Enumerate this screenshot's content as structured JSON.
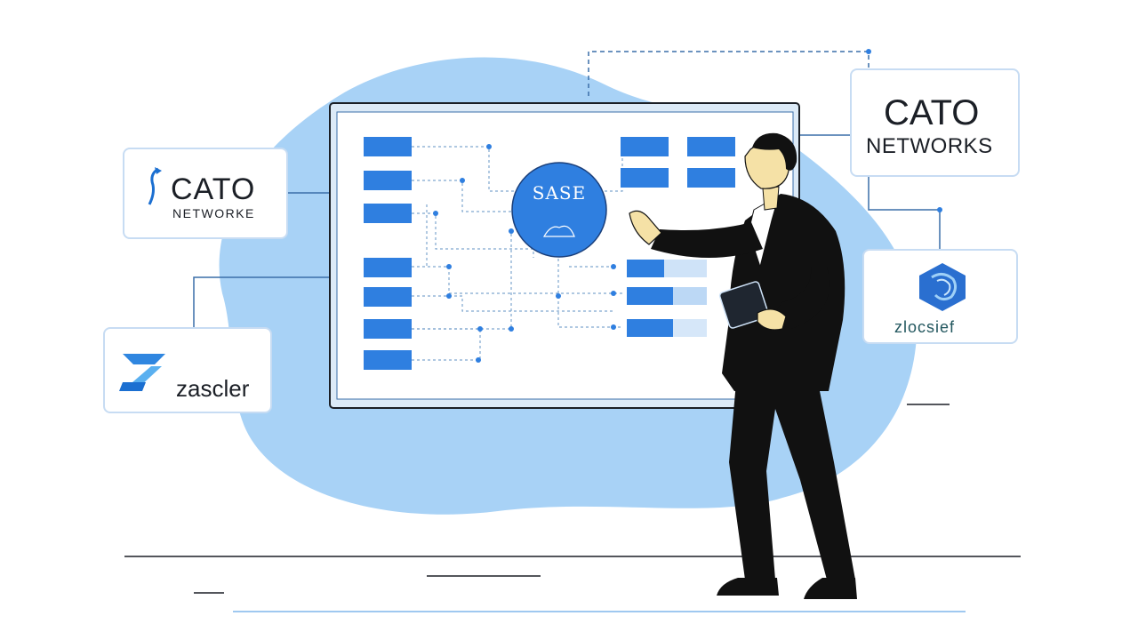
{
  "center_node": {
    "label": "SASE"
  },
  "logos": {
    "cato_left": {
      "line1": "CATO",
      "line2": "NETWORKE"
    },
    "zscaler_left": {
      "wordmark": "zascler"
    },
    "cato_right": {
      "line1": "CATO",
      "line2": "NETWORKS"
    },
    "zscaler_right": {
      "wordmark": "zlocsief"
    }
  },
  "colors": {
    "accent_blue": "#2f7fe0",
    "blob_blue": "#a8d2f6",
    "dark_suit": "#111111",
    "skin": "#f5e1a6",
    "card_border": "#c7dcf3"
  },
  "icons": {
    "cato_left": "cato-arrow-icon",
    "zscaler_left": "zscaler-z-icon",
    "zscaler_right": "zscaler-globe-icon"
  }
}
